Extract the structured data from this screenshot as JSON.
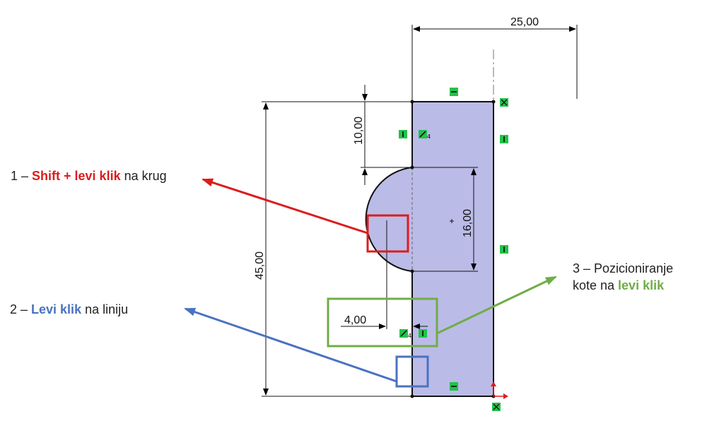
{
  "dimensions": {
    "width_top": "25,00",
    "height_total": "45,00",
    "offset_top": "10,00",
    "arc_chord": "16,00",
    "arc_offset": "4,00"
  },
  "notes": {
    "n1": {
      "prefix": "1 – ",
      "highlight": "Shift + levi klik",
      "suffix": " na krug"
    },
    "n2": {
      "prefix": "2 – ",
      "highlight": "Levi klik",
      "suffix": " na liniju"
    },
    "n3": {
      "line1": "3 – Pozicioniranje",
      "prefix": "kote na ",
      "highlight": "levi klik"
    }
  },
  "colors": {
    "red": "#dd1c1c",
    "blue": "#4a72c0",
    "green": "#70ad47",
    "part_fill": "#bbbbe8",
    "relation_icon": "#22c24a"
  },
  "icons": [
    "horizontal-relation-icon",
    "vertical-relation-icon",
    "tangent-relation-icon",
    "fixed-relation-icon",
    "center-mark-icon",
    "origin-axes-icon"
  ]
}
